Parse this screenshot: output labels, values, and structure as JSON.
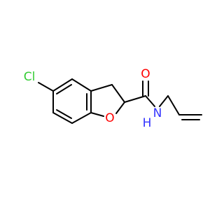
{
  "molecule": {
    "atoms": {
      "chlorine": {
        "label": "Cl",
        "color": "#33CC33"
      },
      "ring_oxygen": {
        "label": "O",
        "color": "#FF0000"
      },
      "carbonyl_oxygen": {
        "label": "O",
        "color": "#FF0000"
      },
      "amide_nitrogen": {
        "label": "N",
        "color": "#3333FF"
      },
      "amide_hydrogen": {
        "label": "H",
        "color": "#3333FF"
      }
    },
    "bond_color": "#000000"
  }
}
